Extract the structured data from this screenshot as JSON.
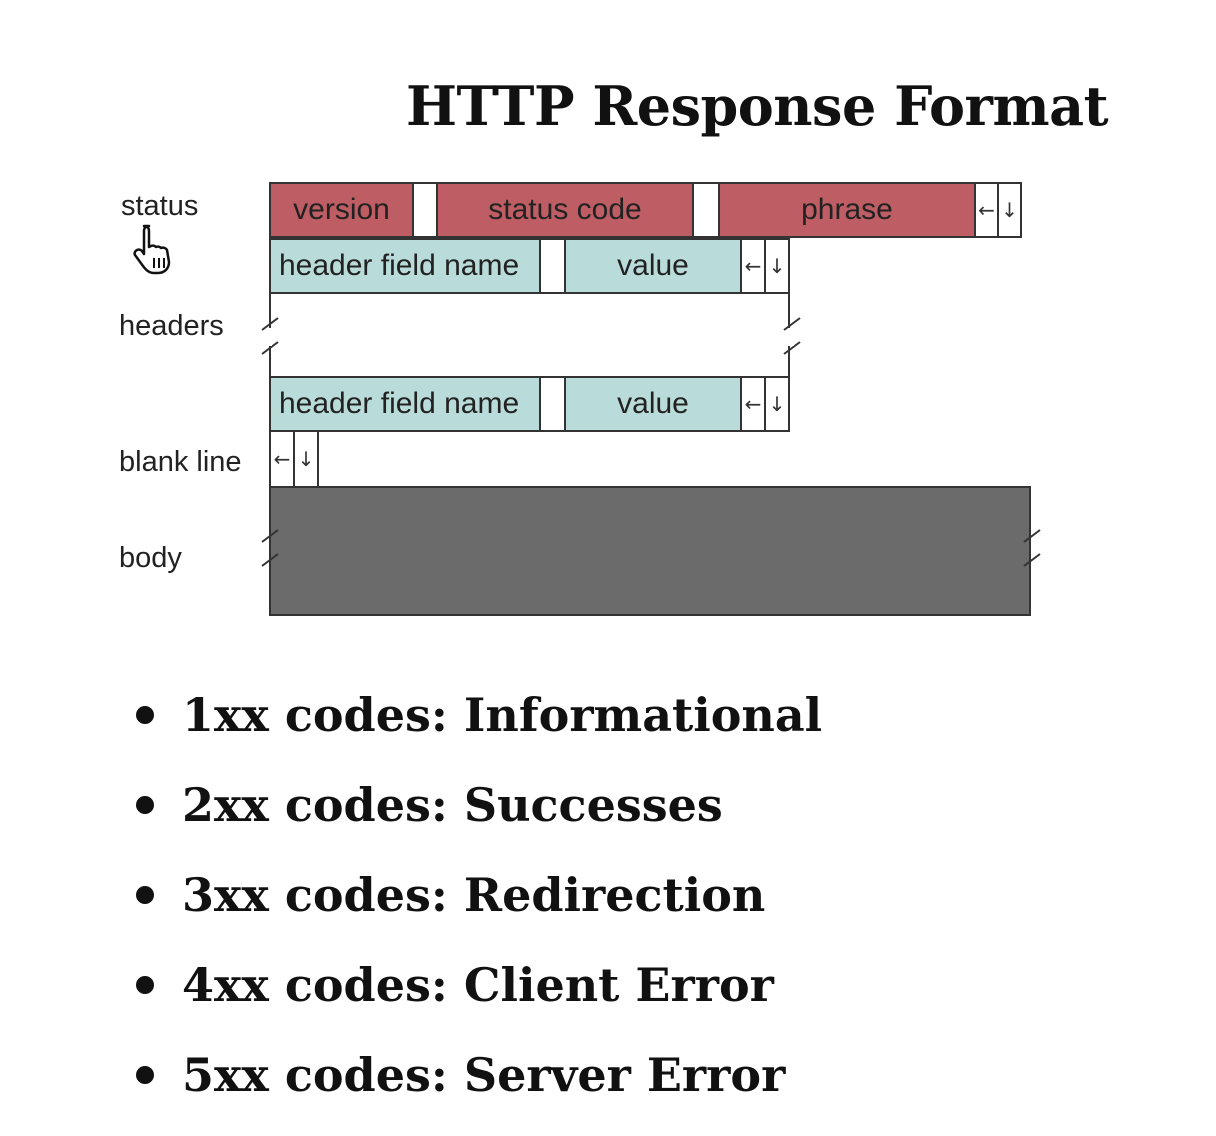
{
  "title": "HTTP Response Format",
  "diagram": {
    "row_labels": {
      "status": "status",
      "headers": "headers",
      "blank_line": "blank line",
      "body": "body"
    },
    "status_line": {
      "version": "version",
      "status_code": "status code",
      "phrase": "phrase"
    },
    "header_fields": [
      {
        "name": "header field name",
        "value": "value"
      },
      {
        "name": "header field name",
        "value": "value"
      }
    ],
    "crlf": {
      "cr": "←",
      "lf": "↓"
    },
    "colors": {
      "status_fill": "#bf5d64",
      "header_fill": "#b9dcdb",
      "body_fill": "#6b6b6b"
    }
  },
  "status_code_classes": [
    "1xx codes: Informational",
    "2xx codes: Successes",
    "3xx codes: Redirection",
    "4xx codes: Client Error",
    "5xx codes: Server Error"
  ],
  "icons": {
    "cursor": "hand-pointer-icon"
  }
}
